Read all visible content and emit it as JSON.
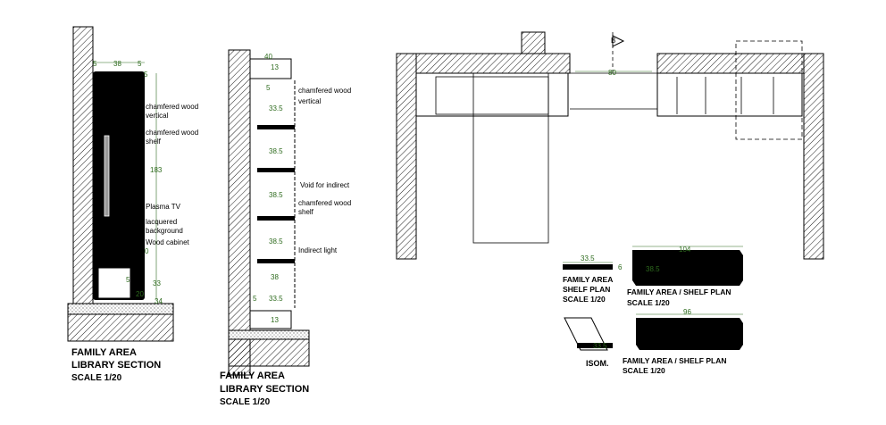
{
  "captions": {
    "left": [
      "FAMILY AREA",
      "LIBRARY SECTION",
      "SCALE 1/20"
    ],
    "middle": [
      "FAMILY AREA",
      "LIBRARY SECTION",
      "SCALE 1/20"
    ],
    "shelf_plan": [
      "FAMILY AREA",
      "SHELF PLAN",
      "SCALE 1/20"
    ],
    "shelf_plan_b": [
      "FAMILY AREA / SHELF PLAN",
      "SCALE 1/20"
    ],
    "shelf_plan_c": [
      "FAMILY AREA / SHELF PLAN",
      "SCALE 1/20"
    ],
    "isom": "ISOM."
  },
  "left_section": {
    "labels": [
      "chamfered wood",
      "vertical",
      "chamfered wood",
      "shelf",
      "Plasma TV",
      "lacquered",
      "background",
      "Wood cabinet"
    ],
    "dims": [
      "5",
      "38",
      "5",
      "5",
      "183",
      "0",
      "33",
      "20",
      "5",
      "34"
    ]
  },
  "middle_section": {
    "labels": [
      "chamfered wood",
      "vertical",
      "Void for indirect",
      "chamfered wood",
      "shelf",
      "Indirect light"
    ],
    "dims": [
      "40",
      "13",
      "5",
      "33.5",
      "38.5",
      "38.5",
      "38.5",
      "38",
      "5",
      "33.5",
      "13"
    ]
  },
  "plan": {
    "dim": "80",
    "section_mark": "B"
  },
  "details": {
    "shelf_small_dims": [
      "33.5",
      "6"
    ],
    "shelf_b_dims": [
      "104",
      "38.5"
    ],
    "shelf_c_dims": [
      "96"
    ],
    "isom_dim": "33.5"
  }
}
